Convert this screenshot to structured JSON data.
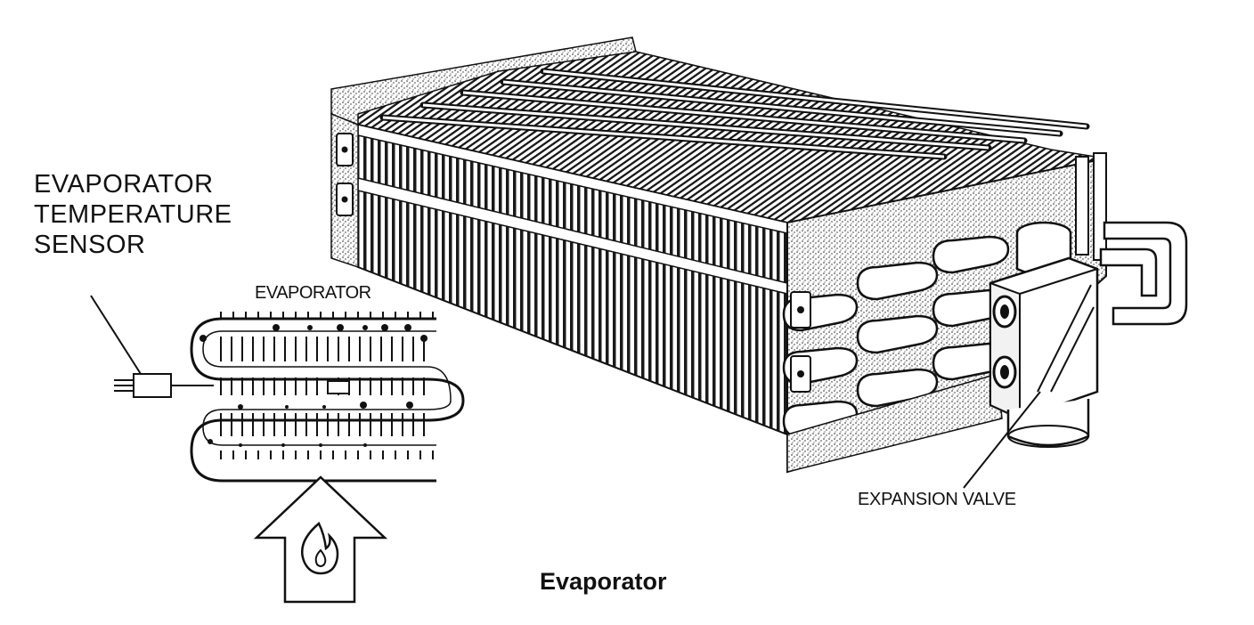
{
  "labels": {
    "sensor_lines": [
      "EVAPORATOR",
      "TEMPERATURE",
      "SENSOR"
    ],
    "inset_title": "EVAPORATOR",
    "expansion_valve": "EXPANSION VALVE"
  },
  "caption": "Evaporator",
  "colors": {
    "ink": "#111111",
    "background": "#ffffff"
  }
}
